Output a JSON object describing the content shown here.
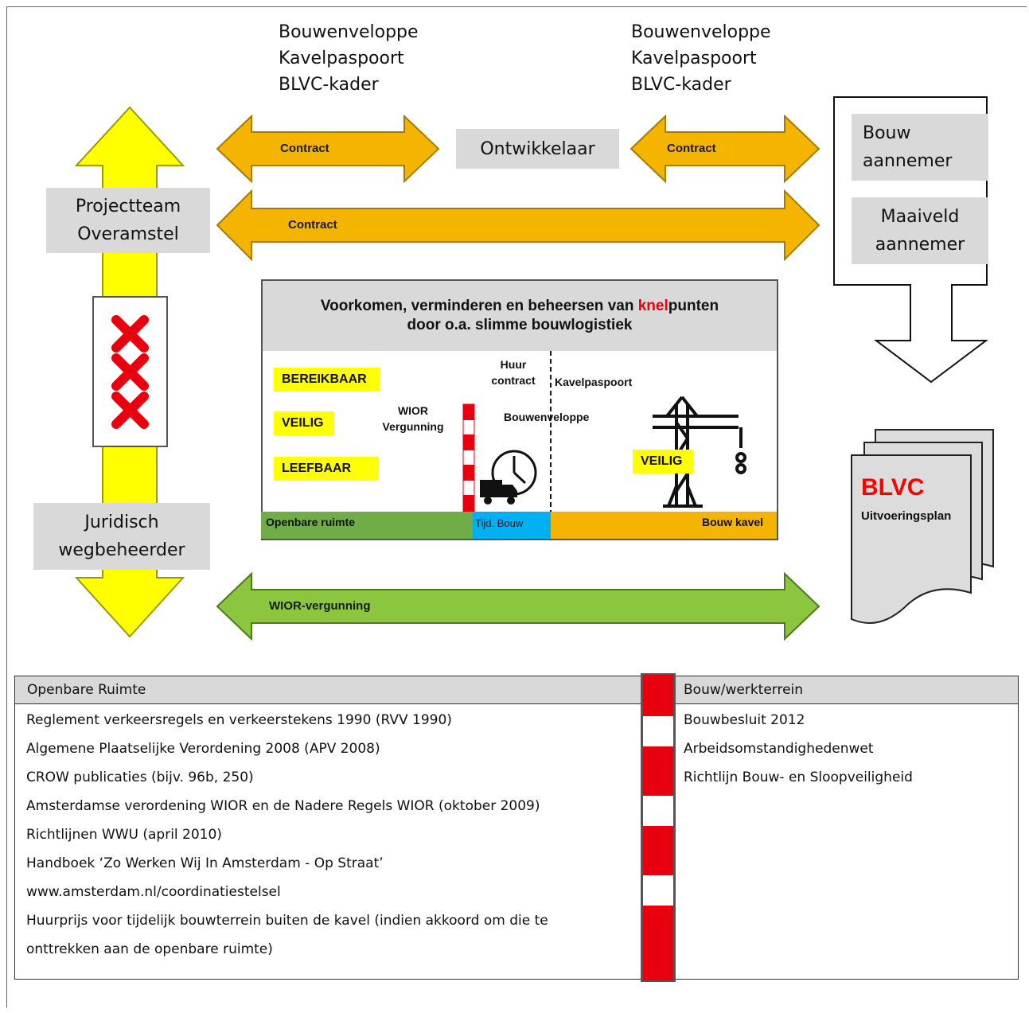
{
  "top_docs_left": [
    "Bouwenveloppe",
    "Kavelpaspoort",
    "BLVC-kader"
  ],
  "top_docs_right": [
    "Bouwenveloppe",
    "Kavelpaspoort",
    "BLVC-kader"
  ],
  "parties": {
    "ontwikkelaar": "Ontwikkelaar",
    "projectteam": [
      "Projectteam",
      "Overamstel"
    ],
    "juridisch": [
      "Juridisch",
      "wegbeheerder"
    ],
    "bouw_aannemer": [
      "Bouw",
      "aannemer"
    ],
    "maaiveld_aannemer": [
      "Maaiveld",
      "aannemer"
    ]
  },
  "arrows": {
    "contract_left": "Contract",
    "contract_right": "Contract",
    "contract_long": "Contract",
    "wior": "WIOR-vergunning"
  },
  "center_panel": {
    "title_part1": "Voorkomen, verminderen en beheersen van ",
    "title_highlight": "knel",
    "title_part2": "punten",
    "title_line2": "door o.a. slimme bouwlogistiek",
    "tags": [
      "BEREIKBAAR",
      "VEILIG",
      "LEEFBAAR"
    ],
    "wior": [
      "WIOR",
      "Vergunning"
    ],
    "huur": [
      "Huur",
      "contract"
    ],
    "kavelpaspoort": "Kavelpaspoort",
    "bouwenveloppe": "Bouwenveloppe",
    "veilig_crane": "VEILIG",
    "ground_left": "Openbare ruimte",
    "ground_mid": "Tijd. Bouw",
    "ground_right": "Bouw kavel"
  },
  "blvc": {
    "title": "BLVC",
    "subtitle": "Uitvoeringsplan"
  },
  "legend": {
    "left_header": "Openbare Ruimte",
    "left_items": [
      "Reglement verkeersregels en verkeerstekens 1990 (RVV 1990)",
      "Algemene Plaatselijke Verordening 2008 (APV 2008)",
      "CROW publicaties (bijv. 96b, 250)",
      "Amsterdamse verordening WIOR en de Nadere Regels WIOR (oktober 2009)",
      "Richtlijnen WWU (april 2010)",
      "Handboek ‘Zo Werken Wij In Amsterdam - Op Straat’",
      "www.amsterdam.nl/coordinatiestelsel",
      "Huurprijs voor tijdelijk bouwterrein buiten de kavel (indien akkoord om die te",
      "onttrekken aan de openbare ruimte)"
    ],
    "right_header": "Bouw/werkterrein",
    "right_items": [
      "Bouwbesluit 2012",
      "Arbeidsomstandighedenwet",
      "Richtlijn Bouw- en Sloopveiligheid"
    ]
  },
  "colors": {
    "orange_arrow": "#f5b400",
    "green_arrow": "#8cc63f",
    "yellow_arrow": "#ffff00",
    "barrier_red": "#e8000f",
    "blvc_red": "#ff0000"
  }
}
